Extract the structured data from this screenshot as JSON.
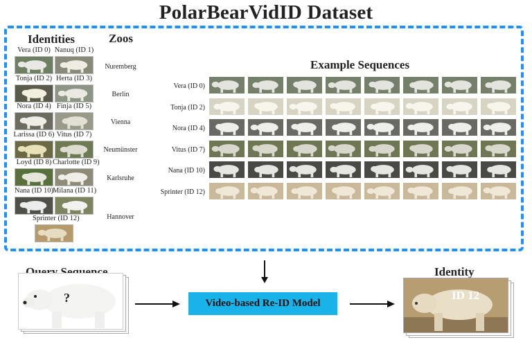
{
  "title": "PolarBearVidID Dataset",
  "identities_header": "Identities",
  "zoos_header": "Zoos",
  "sequences_header": "Example Sequences",
  "identities": [
    {
      "label": "Vera (ID 0)",
      "bg": "#6f7f62",
      "bear": "#e8e8e4"
    },
    {
      "label": "Nanuq (ID 1)",
      "bg": "#8a8a7a",
      "bear": "#efece3"
    },
    {
      "label": "Tonja (ID 2)",
      "bg": "#5a5a4a",
      "bear": "#f2efdf"
    },
    {
      "label": "Herta (ID 3)",
      "bg": "#8f9585",
      "bear": "#eae9e2"
    },
    {
      "label": "Nora (ID 4)",
      "bg": "#6c6c60",
      "bear": "#efeee6"
    },
    {
      "label": "Finja (ID 5)",
      "bg": "#9a9a8a",
      "bear": "#e2e0d4"
    },
    {
      "label": "Larissa (ID 6)",
      "bg": "#6b6a45",
      "bear": "#e9e2b8"
    },
    {
      "label": "Vitus (ID 7)",
      "bg": "#6f7a55",
      "bear": "#dcdcd0"
    },
    {
      "label": "Loyd (ID 8)",
      "bg": "#58703c",
      "bear": "#e6e6dc"
    },
    {
      "label": "Charlotte (ID 9)",
      "bg": "#8e8c78",
      "bear": "#f0eee6"
    },
    {
      "label": "Nana (ID 10)",
      "bg": "#505048",
      "bear": "#ececec"
    },
    {
      "label": "Milana (ID 11)",
      "bg": "#7d8460",
      "bear": "#f2f2ee"
    },
    {
      "label": "Sprinter (ID 12)",
      "bg": "#b59a6c",
      "bear": "#e6dcc2"
    }
  ],
  "zoos": [
    "Nuremberg",
    "Berlin",
    "Vienna",
    "Neumünster",
    "Karlsruhe",
    "Hannover"
  ],
  "sequences": [
    {
      "label": "Vera (ID 0)",
      "bg": "#75806a",
      "bear": "#e4e4de"
    },
    {
      "label": "Tonja (ID 2)",
      "bg": "#d8d4c4",
      "bear": "#f7f5ec"
    },
    {
      "label": "Nora (ID 4)",
      "bg": "#6a6a64",
      "bear": "#eeeeea"
    },
    {
      "label": "Vitus (ID 7)",
      "bg": "#6e7654",
      "bear": "#d8d8cc"
    },
    {
      "label": "Nana (ID 10)",
      "bg": "#4a4a44",
      "bear": "#e6e6e2"
    },
    {
      "label": "Sprinter (ID 12)",
      "bg": "#c9b89a",
      "bear": "#f0e8d6"
    }
  ],
  "frames_per_sequence": 8,
  "query_header": "Query Sequence",
  "query_mark": "?",
  "model_label": "Video-based Re-ID Model",
  "identity_header": "Identity",
  "identity_result": "ID 12",
  "colors": {
    "dashed_border": "#1e90ff",
    "model_box": "#19b3ea"
  }
}
